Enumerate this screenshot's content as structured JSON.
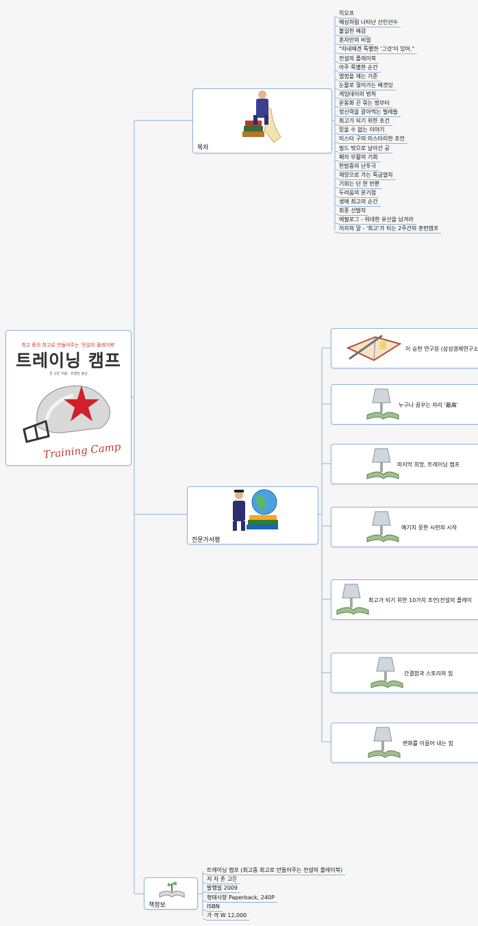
{
  "book": {
    "cover_top_text": "최고 중의 최고로 만들어주는 '전설의 플레이북'",
    "cover_title": "트레이닝 캠프",
    "cover_authors": "존 고든 지음 · 유영만 옮김",
    "cover_script": "Training Camp"
  },
  "toc": {
    "label": "목차",
    "items": [
      "킥오프",
      "혜성처럼 나타난 신인선수",
      "불길한 예감",
      "혼자만의 비밀",
      "\"자네에겐 특별한 '그것'이 있어.\"",
      "전설의 플레이북",
      "아주 특별한 순간",
      "열정을 재는 기준",
      "눈물로 젖어가는 베갯잇",
      "게임데이의 법칙",
      "운동화 끈 묶는 법부터",
      "정신력을 갉아먹는 벌레들",
      "최고가 되기 위한 조건",
      "믿을 수 없는 이야기",
      "미스터 구의 미스터리한 조언",
      "필드 밖으로 날아간 공",
      "패자 부활의 기회",
      "한밤중의 난투극",
      "재앙으로 가는 특급열차",
      "기회는 단 한 번뿐",
      "두려움의 분기점",
      "생애 최고의 순간",
      "최종 선발자",
      "에필로그 - 위대한 유산을 남겨라",
      "저자의 말 - '최고'가 되는 2주간의 훈련캠프"
    ]
  },
  "reviews": {
    "label": "전문가서평",
    "items": [
      "이 승현 연구원 (삼성경제연구소",
      "누구나 꿈꾸는 자리 '最高'",
      "마지막 희망, 트레이닝 캠프",
      "예기치 못한 시련의 시작",
      "최고가 되기 위한 10가지 조언(전설의 플레이",
      "간결함과 스토리의 힘",
      "변화를 이끌어 내는 힘"
    ]
  },
  "info": {
    "label": "책정보",
    "items": [
      "트레이닝 캠프 (최고중 최고로 만들어주는 전설의 플레이북)",
      "저 자    존 고든",
      "발행일  2009",
      "형태사항 Paperback, 240P",
      "ISBN",
      "가 격   W 12,000"
    ]
  },
  "colors": {
    "line": "#8fb0d6",
    "accent_red": "#c0392b"
  },
  "icons": [
    "businessman-reading-icon",
    "graduate-globe-books-icon",
    "notebook-pen-icon",
    "desk-lamp-book-icon",
    "plant-book-icon",
    "star-helmet-icon"
  ]
}
